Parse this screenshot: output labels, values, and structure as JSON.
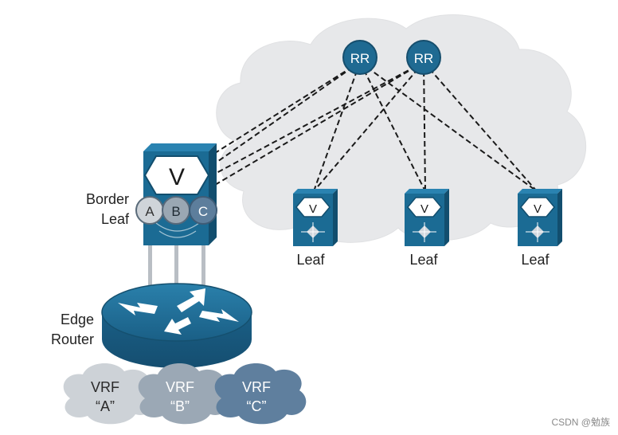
{
  "route_reflectors": [
    {
      "label": "RR"
    },
    {
      "label": "RR"
    }
  ],
  "border_leaf": {
    "label_line1": "Border",
    "label_line2": "Leaf",
    "vtep_label": "V",
    "vrf_ports": [
      "A",
      "B",
      "C"
    ]
  },
  "leaves": [
    {
      "vtep_label": "V",
      "label": "Leaf"
    },
    {
      "vtep_label": "V",
      "label": "Leaf"
    },
    {
      "vtep_label": "V",
      "label": "Leaf"
    }
  ],
  "edge_router": {
    "label_line1": "Edge",
    "label_line2": "Router"
  },
  "vrf_clouds": [
    {
      "line1": "VRF",
      "line2": "“A”"
    },
    {
      "line1": "VRF",
      "line2": "“B”"
    },
    {
      "line1": "VRF",
      "line2": "“C”"
    }
  ],
  "watermark": "CSDN @勉族",
  "colors": {
    "cloud": "#e7e8ea",
    "device_blue": "#1b6b94",
    "rr_fill": "#1f6a92",
    "port_a": "#cfd4d9",
    "port_b": "#9aa7b3",
    "port_c": "#5d7e9c",
    "vrf_a": "#cdd2d7",
    "vrf_b": "#9ba8b5",
    "vrf_c": "#5f7f9e"
  }
}
